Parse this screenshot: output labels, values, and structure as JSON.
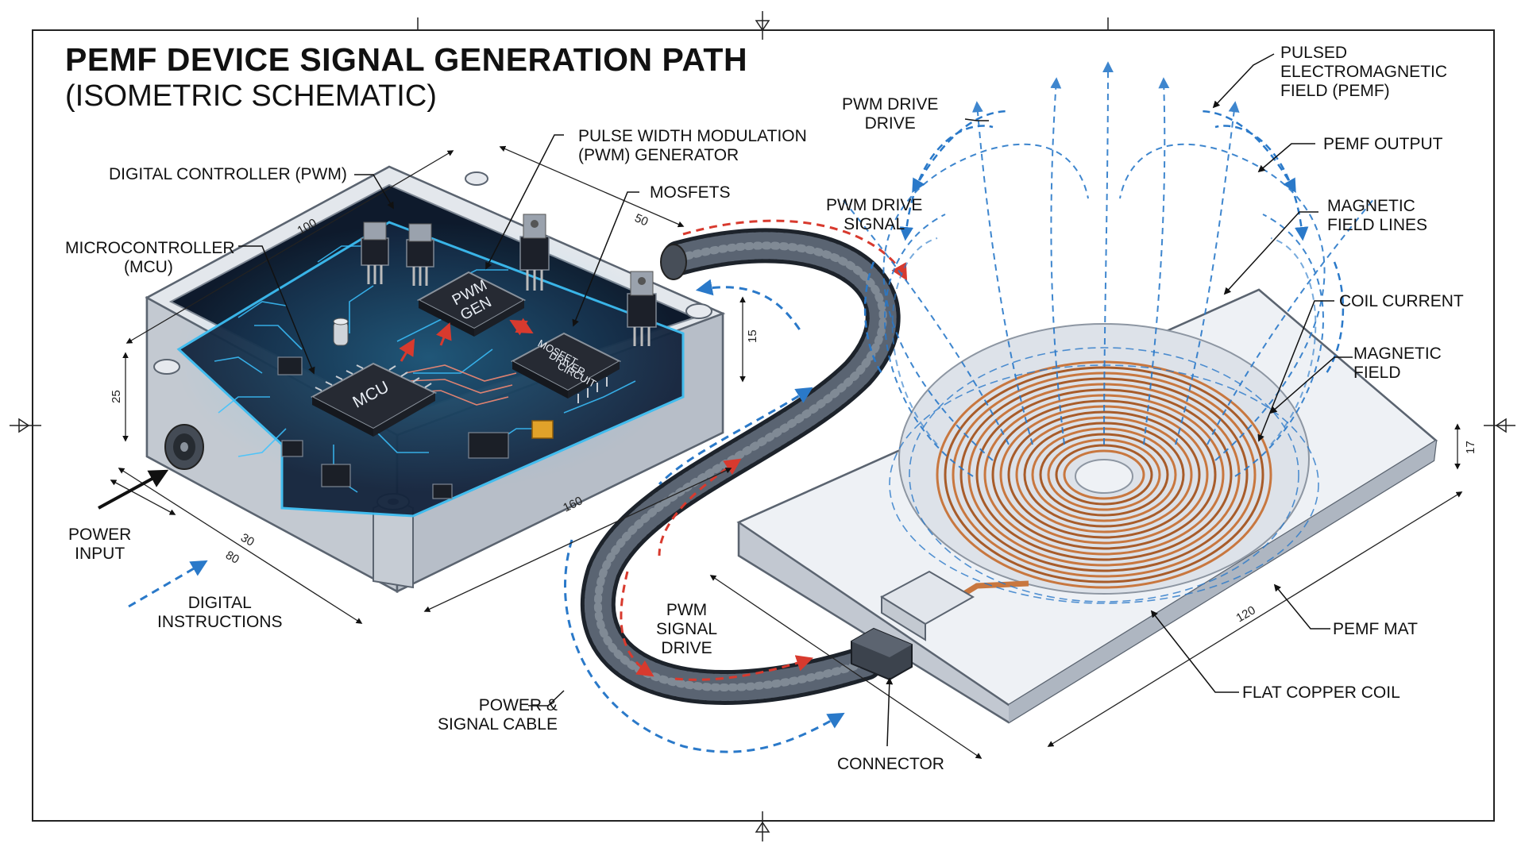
{
  "title": "PEMF DEVICE SIGNAL GENERATION PATH",
  "subtitle": "(ISOMETRIC SCHEMATIC)",
  "labels": {
    "digital_controller": "DIGITAL CONTROLLER (PWM)",
    "microcontroller": [
      "MICROCONTROLLER",
      "(MCU)"
    ],
    "pwm_generator": [
      "PULSE WIDTH MODULATION",
      "(PWM) GENERATOR"
    ],
    "mosfets": "MOSFETS",
    "pwm_drive_signal": [
      "PWM DRIVE",
      "SIGNAL"
    ],
    "power_input": [
      "POWER",
      "INPUT"
    ],
    "digital_instructions": [
      "DIGITAL",
      "INSTRUCTIONS"
    ],
    "pwm_signal_drive": [
      "PWM",
      "SIGNAL",
      "DRIVE"
    ],
    "power_signal_cable": [
      "POWER &",
      "SIGNAL CABLE"
    ],
    "connector": "CONNECTOR",
    "pwm_drive_drive": [
      "PWM DRIVE",
      "DRIVE"
    ],
    "pulsed_field": [
      "PULSED",
      "ELECTROMAGNETIC",
      "FIELD (PEMF)"
    ],
    "pemf_output": "PEMF OUTPUT",
    "magnetic_field_lines": [
      "MAGNETIC",
      "FIELD LINES"
    ],
    "coil_current": "COIL CURRENT",
    "magnetic_field": [
      "MAGNETIC",
      "FIELD"
    ],
    "pemf_mat": "PEMF MAT",
    "flat_copper_coil": "FLAT COPPER COIL"
  },
  "chips": {
    "mcu": "MCU",
    "pwm_gen": [
      "PWM",
      "GEN"
    ],
    "mosfet_driver": [
      "MOSFET",
      "DRIVER",
      "CIRCUIT"
    ]
  },
  "dimensions": {
    "box_length": "100",
    "box_width": "50",
    "box_height": "25",
    "wall_height": "15",
    "base_front": "30",
    "base_side": "80",
    "cable_length": "160",
    "mat_length": "120",
    "mat_thickness": "17"
  },
  "colors": {
    "signal_red": "#d83a2e",
    "signal_blue": "#2a79c9",
    "pcb_dark": "#14223a",
    "trace_glow": "#39c3ff",
    "copper": "#c8773f",
    "enclosure": "#c9ced6"
  }
}
